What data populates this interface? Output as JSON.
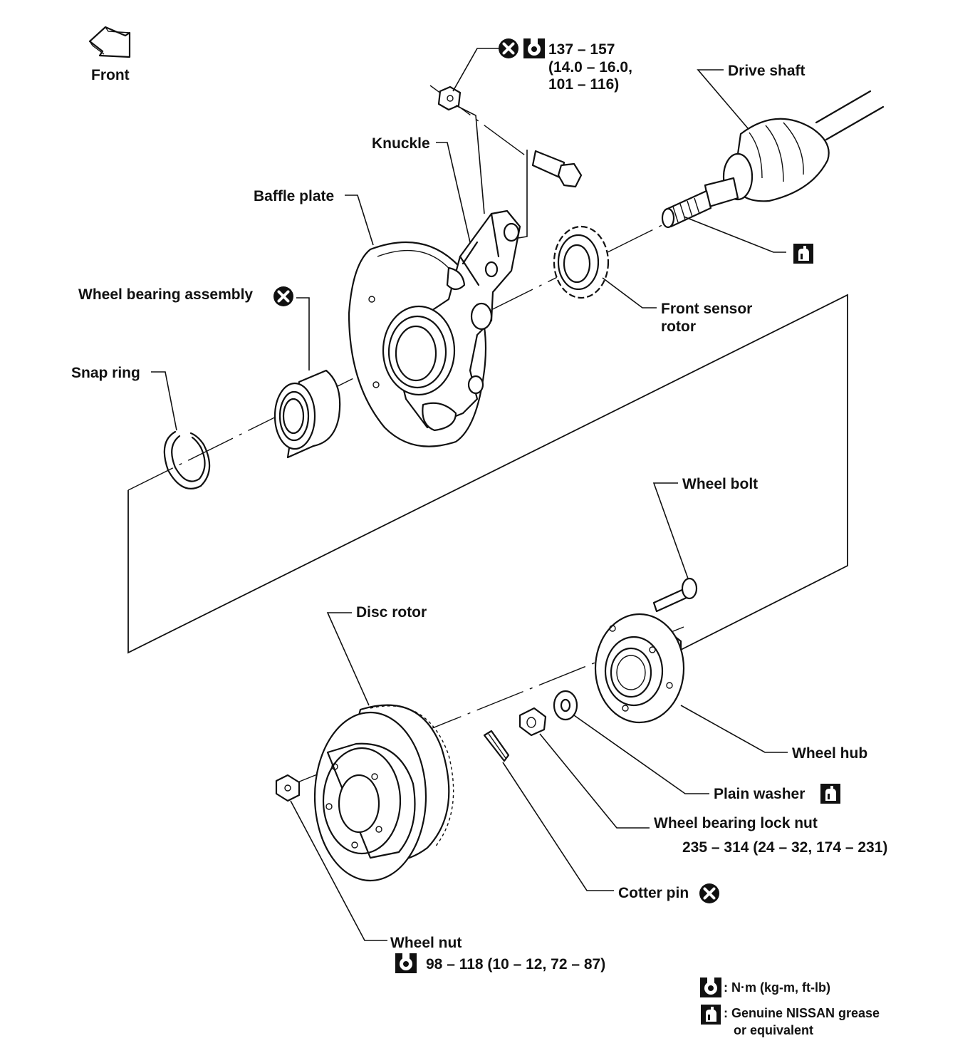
{
  "orientation": {
    "label": "Front",
    "icon": "arrow-icon"
  },
  "labels": {
    "drive_shaft": "Drive shaft",
    "knuckle": "Knuckle",
    "baffle_plate": "Baffle plate",
    "wheel_bearing_assembly": "Wheel bearing assembly",
    "snap_ring": "Snap ring",
    "front_sensor_rotor_1": "Front sensor",
    "front_sensor_rotor_2": "rotor",
    "wheel_bolt": "Wheel bolt",
    "disc_rotor": "Disc rotor",
    "wheel_hub": "Wheel hub",
    "plain_washer": "Plain washer",
    "wheel_bearing_lock_nut": "Wheel bearing lock nut",
    "cotter_pin": "Cotter pin",
    "wheel_nut": "Wheel nut"
  },
  "torques": {
    "knuckle_nut_1": "137 – 157",
    "knuckle_nut_2": "(14.0 – 16.0,",
    "knuckle_nut_3": "101 – 116)",
    "lock_nut": "235 – 314 (24 – 32, 174 – 231)",
    "wheel_nut": "98 – 118 (10 – 12, 72 – 87)"
  },
  "legend": {
    "torque": ": N·m (kg-m, ft-lb)",
    "grease_1": ": Genuine NISSAN grease",
    "grease_2": "or equivalent"
  },
  "symbols": {
    "replace": "x-circle-icon",
    "torque": "torque-wrench-icon",
    "grease": "grease-tube-icon"
  }
}
